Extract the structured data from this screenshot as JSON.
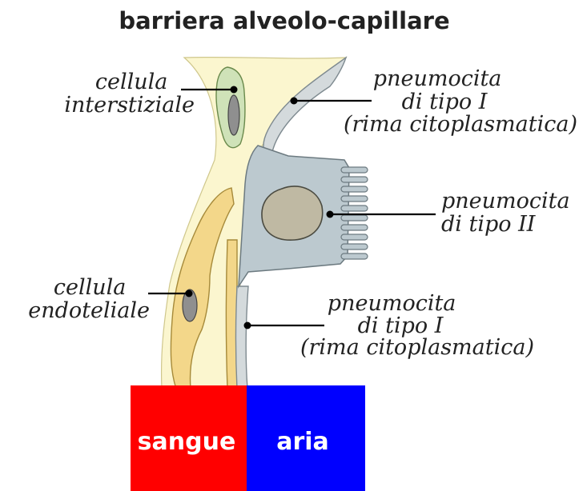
{
  "title": "barriera alveolo-capillare",
  "labels": {
    "interstitial": [
      "cellula",
      "interstiziale"
    ],
    "type1_top": [
      "pneumocita",
      "di tipo I",
      "(rima citoplasmatica)"
    ],
    "type2": [
      "pneumocita",
      "di tipo II"
    ],
    "endothelial": [
      "cellula",
      "endoteliale"
    ],
    "type1_bottom": [
      "pneumocita",
      "di tipo I",
      "(rima citoplasmatica)"
    ]
  },
  "boxes": {
    "blood": "sangue",
    "air": "aria"
  },
  "colors": {
    "interstitium": "#fbf6cf",
    "endothelium": "#f3d78a",
    "type1_cell": "#d4dadc",
    "type2_cell": "#bcc9cf",
    "interstitial_cell": "#cfe2b8",
    "nucleus": "#8f8f8f",
    "type2_nucleus": "#bfb9a3",
    "blood": "#ff0000",
    "air": "#0000ff"
  }
}
